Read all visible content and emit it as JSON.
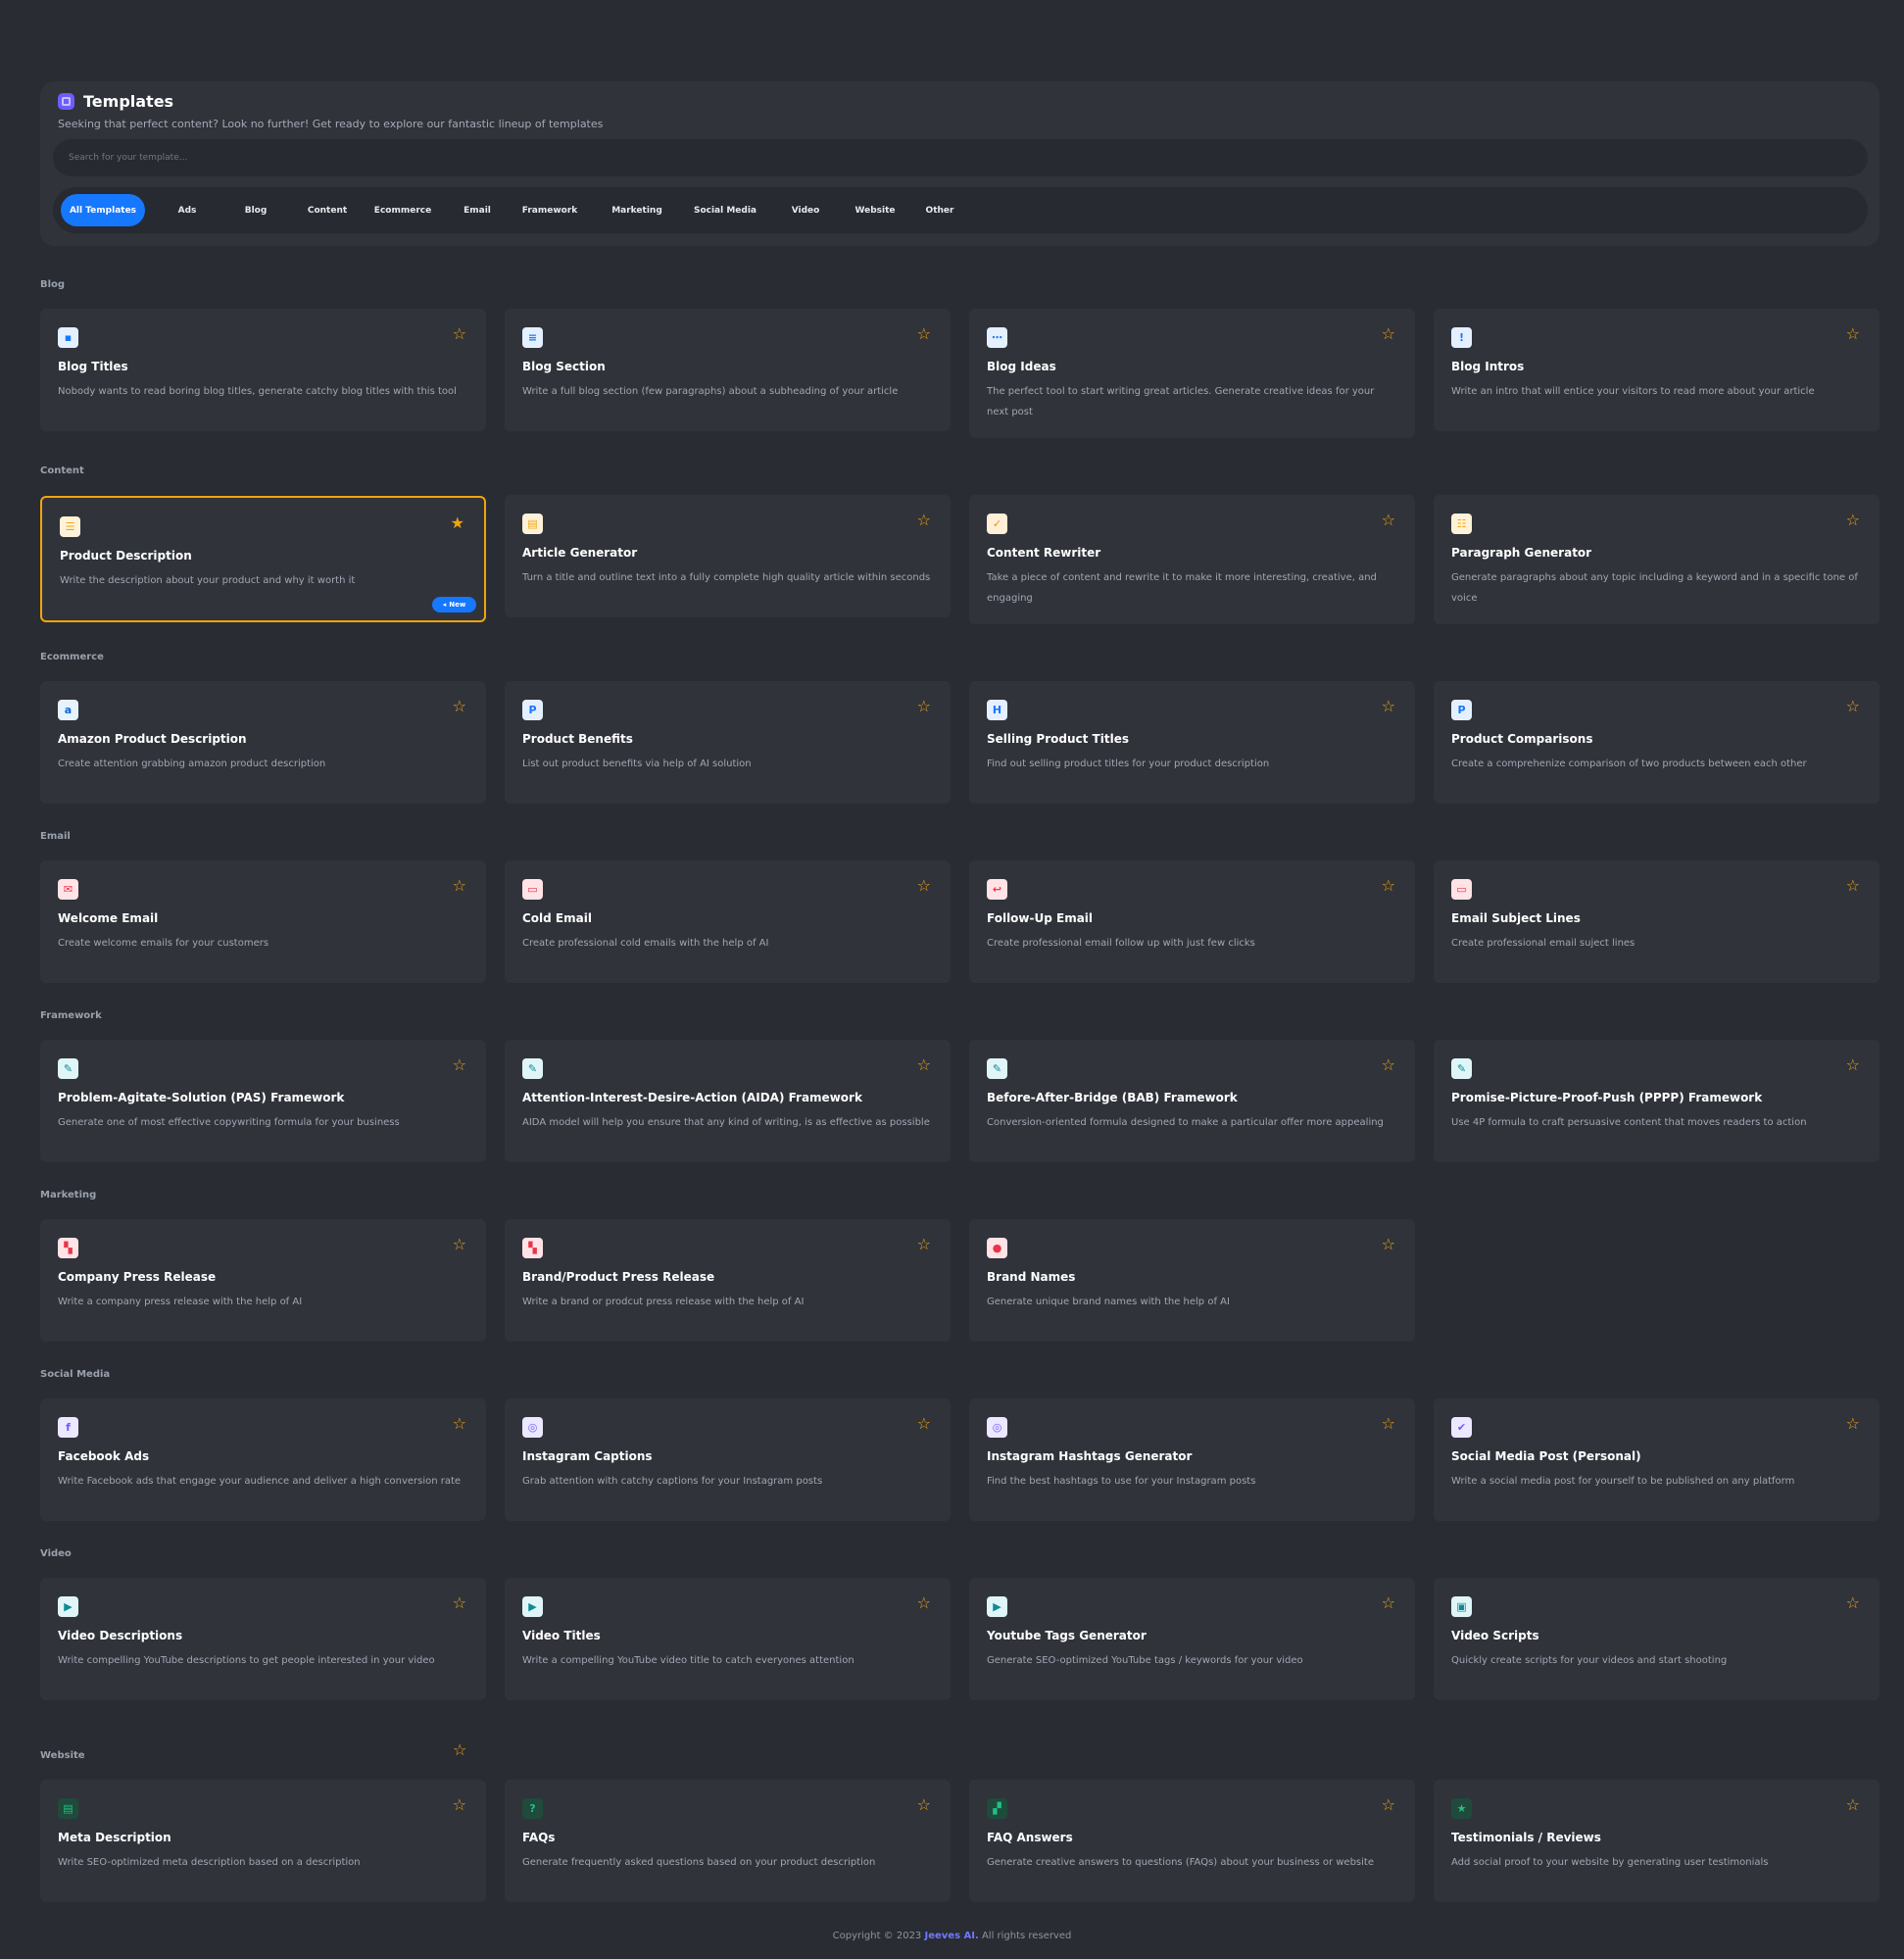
{
  "header": {
    "title": "Templates",
    "subtitle": "Seeking that perfect content? Look no further! Get ready to explore our fantastic lineup of templates",
    "search_placeholder": "Search for your template...",
    "tabs": [
      "All Templates",
      "Ads",
      "Blog",
      "Content",
      "Ecommerce",
      "Email",
      "Framework",
      "Marketing",
      "Social Media",
      "Video",
      "Website",
      "Other"
    ],
    "active_tab": "All Templates"
  },
  "icons": {
    "favorite": "star-outline-icon",
    "featured": "star-sparkle-icon",
    "badge": "megaphone-icon"
  },
  "colors": {
    "accent": "#1677ff",
    "favorite_star": "#f2a40e",
    "featured_border": "#f2a40e",
    "brand_link": "#6f79ff"
  },
  "sections": [
    {
      "title": "Blog",
      "cards": [
        {
          "title": "Blog Titles",
          "description": "Nobody wants to read boring blog titles, generate catchy blog titles with this tool",
          "icon": "chat-bubble-icon"
        },
        {
          "title": "Blog Section",
          "description": "Write a full blog section (few paragraphs) about a subheading of your article",
          "icon": "chat-lines-icon"
        },
        {
          "title": "Blog Ideas",
          "description": "The perfect tool to start writing great articles. Generate creative ideas for your next post",
          "icon": "chat-dots-icon"
        },
        {
          "title": "Blog Intros",
          "description": "Write an intro that will entice your visitors to read more about your article",
          "icon": "chat-alert-icon"
        }
      ]
    },
    {
      "title": "Content",
      "cards": [
        {
          "title": "Product Description",
          "description": "Write the description about your product and why it worth it",
          "icon": "checklist-icon",
          "badge": "New"
        },
        {
          "title": "Article Generator",
          "description": "Turn a title and outline text into a fully complete high quality article within seconds",
          "icon": "document-icon"
        },
        {
          "title": "Content Rewriter",
          "description": "Take a piece of content and rewrite it to make it more interesting, creative, and engaging",
          "icon": "checkbox-icon"
        },
        {
          "title": "Paragraph Generator",
          "description": "Generate paragraphs about any topic including a keyword and in a specific tone of voice",
          "icon": "paragraph-icon"
        }
      ]
    },
    {
      "title": "Ecommerce",
      "cards": [
        {
          "title": "Amazon Product Description",
          "description": "Create attention grabbing amazon product description",
          "icon": "amazon-icon"
        },
        {
          "title": "Product Benefits",
          "description": "List out product benefits via help of AI solution",
          "icon": "product-badge-icon"
        },
        {
          "title": "Selling Product Titles",
          "description": "Find out selling product titles for your product description",
          "icon": "heading-icon"
        },
        {
          "title": "Product Comparisons",
          "description": "Create a comprehenize comparison of two products between each other",
          "icon": "product-badge-icon"
        }
      ]
    },
    {
      "title": "Email",
      "cards": [
        {
          "title": "Welcome Email",
          "description": "Create welcome emails for your customers",
          "icon": "mail-icon"
        },
        {
          "title": "Cold Email",
          "description": "Create professional cold emails with the help of AI",
          "icon": "mailbox-icon"
        },
        {
          "title": "Follow-Up Email",
          "description": "Create professional email follow up with just few clicks",
          "icon": "reply-icon"
        },
        {
          "title": "Email Subject Lines",
          "description": "Create professional email suject lines",
          "icon": "mailbox-icon"
        }
      ]
    },
    {
      "title": "Framework",
      "cards": [
        {
          "title": "Problem-Agitate-Solution (PAS) Framework",
          "description": "Generate one of most effective copywriting formula for your business",
          "icon": "pen-nib-icon"
        },
        {
          "title": "Attention-Interest-Desire-Action (AIDA) Framework",
          "description": "AIDA model will help you ensure that any kind of writing, is as effective as possible",
          "icon": "pen-nib-icon"
        },
        {
          "title": "Before-After-Bridge (BAB) Framework",
          "description": "Conversion-oriented formula designed to make a particular offer more appealing",
          "icon": "pen-nib-icon"
        },
        {
          "title": "Promise-Picture-Proof-Push (PPPP) Framework",
          "description": "Use 4P formula to craft persuasive content that moves readers to action",
          "icon": "pen-nib-icon"
        }
      ]
    },
    {
      "title": "Marketing",
      "cards": [
        {
          "title": "Company Press Release",
          "description": "Write a company press release with the help of AI",
          "icon": "press-icon"
        },
        {
          "title": "Brand/Product Press Release",
          "description": "Write a brand or prodcut press release with the help of AI",
          "icon": "press-icon"
        },
        {
          "title": "Brand Names",
          "description": "Generate unique brand names with the help of AI",
          "icon": "brand-circle-icon"
        }
      ]
    },
    {
      "title": "Social Media",
      "cards": [
        {
          "title": "Facebook Ads",
          "description": "Write Facebook ads that engage your audience and deliver a high conversion rate",
          "icon": "facebook-icon"
        },
        {
          "title": "Instagram Captions",
          "description": "Grab attention with catchy captions for your Instagram posts",
          "icon": "instagram-icon"
        },
        {
          "title": "Instagram Hashtags Generator",
          "description": "Find the best hashtags to use for your Instagram posts",
          "icon": "instagram-icon"
        },
        {
          "title": "Social Media Post (Personal)",
          "description": "Write a social media post for yourself to be published on any platform",
          "icon": "thumbs-up-icon"
        }
      ]
    },
    {
      "title": "Video",
      "cards": [
        {
          "title": "Video Descriptions",
          "description": "Write compelling YouTube descriptions to get people interested in your video",
          "icon": "youtube-icon"
        },
        {
          "title": "Video Titles",
          "description": "Write a compelling YouTube video title to catch everyones attention",
          "icon": "youtube-icon"
        },
        {
          "title": "Youtube Tags Generator",
          "description": "Generate SEO-optimized YouTube tags / keywords for your video",
          "icon": "youtube-icon"
        },
        {
          "title": "Video Scripts",
          "description": "Quickly create scripts for your videos and start shooting",
          "icon": "film-icon"
        }
      ]
    },
    {
      "title": "Website",
      "cards": [
        {
          "title": "Meta Description",
          "description": "Write SEO-optimized meta description based on a description",
          "icon": "page-search-icon"
        },
        {
          "title": "FAQs",
          "description": "Generate frequently asked questions based on your product description",
          "icon": "question-bubble-icon"
        },
        {
          "title": "FAQ Answers",
          "description": "Generate creative answers to questions (FAQs) about your business or website",
          "icon": "chat-pair-icon"
        },
        {
          "title": "Testimonials / Reviews",
          "description": "Add social proof to your website by generating user testimonials",
          "icon": "star-review-icon"
        }
      ]
    }
  ],
  "footer": {
    "prefix": "Copyright © 2023",
    "brand": "Jeeves AI.",
    "suffix": "All rights reserved"
  }
}
